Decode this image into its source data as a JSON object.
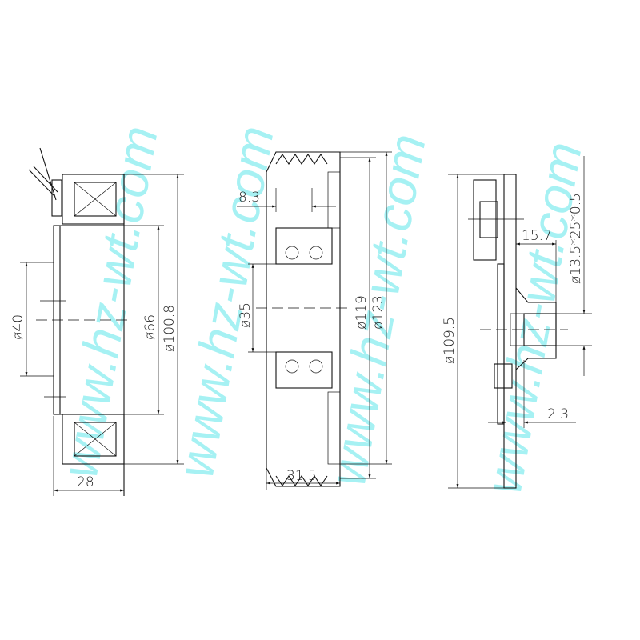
{
  "watermark": "www.hz-wt.com",
  "colors": {
    "line": "#111111",
    "watermark": "#5fe6ea"
  },
  "coil_view": {
    "dim_width": "28",
    "dim_d40": "ø40",
    "dim_d66": "ø66",
    "dim_d100_8": "ø100.8"
  },
  "pulley_view": {
    "dim_offset": "8.3",
    "dim_d35": "ø35",
    "dim_d119": "ø119",
    "dim_d123": "ø123",
    "dim_width": "31.5"
  },
  "plate_view": {
    "dim_d109_5": "ø109.5",
    "dim_hub": "15.7",
    "dim_spline": "ø13.5*25*0.5",
    "dim_gap": "2.3"
  }
}
